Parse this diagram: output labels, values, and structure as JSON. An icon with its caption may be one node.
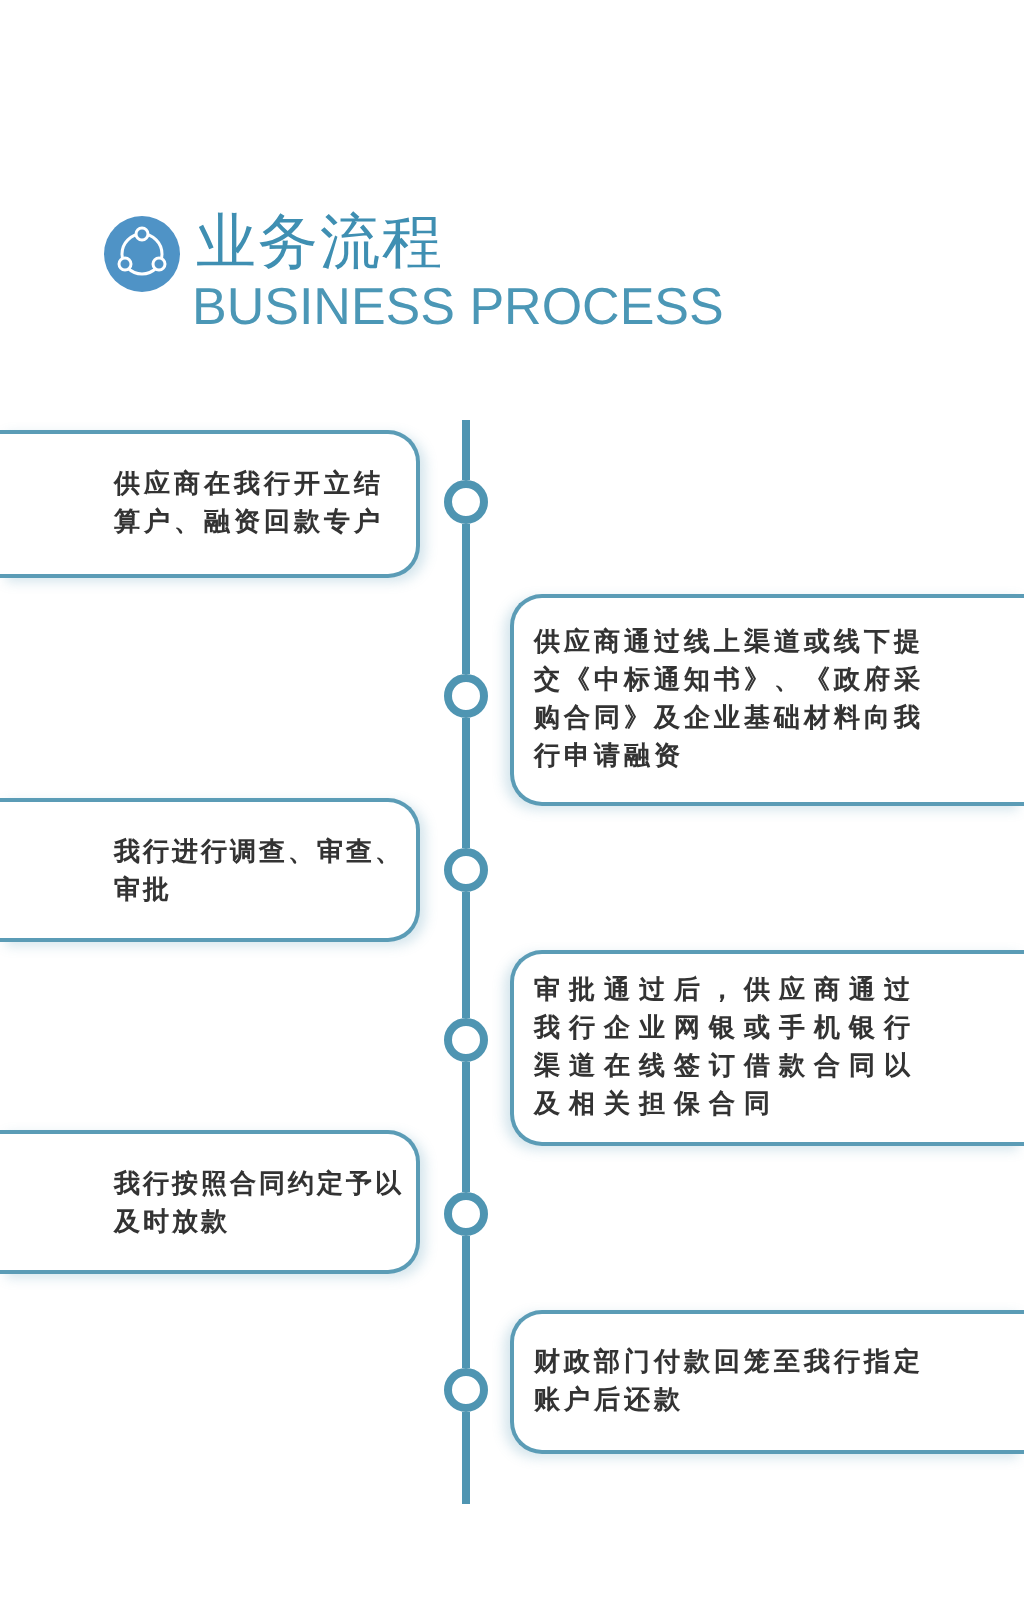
{
  "diagram": {
    "title": "业务流程",
    "labels": [
      "BUSINESS PROCESS"
    ],
    "nodes": [
      {
        "text": [
          "供应商在我行开立结算户、融资回款专户"
        ]
      },
      {
        "text": [
          "供应商通过线上渠道或线下提交《中标通知书》、《政府采购合同》及企业基础材料向我行申请融资"
        ]
      },
      {
        "text": [
          "我行进行调查、审查、审批"
        ]
      },
      {
        "text": [
          "审批通过后，供应商通过我行企业网银或手机银行渠道在线签订借款合同以及相关担保合同"
        ]
      },
      {
        "text": [
          "我行按照合同约定予以及时放款"
        ]
      },
      {
        "text": [
          "财政部门付款回笼至我行指定账户后还款"
        ]
      },
      {
        "text": [],
        "shape": "circle"
      },
      {
        "text": [],
        "shape": "circle"
      },
      {
        "text": [],
        "shape": "circle"
      },
      {
        "text": [],
        "shape": "circle"
      },
      {
        "text": [],
        "shape": "circle"
      },
      {
        "text": [],
        "shape": "circle"
      }
    ],
    "edges": [
      {
        "from": 6,
        "to": 7,
        "arrow": "none"
      },
      {
        "from": 7,
        "to": 8,
        "arrow": "none"
      },
      {
        "from": 8,
        "to": 9,
        "arrow": "none"
      },
      {
        "from": 9,
        "to": 10,
        "arrow": "none"
      },
      {
        "from": 10,
        "to": 11,
        "arrow": "none"
      }
    ]
  }
}
